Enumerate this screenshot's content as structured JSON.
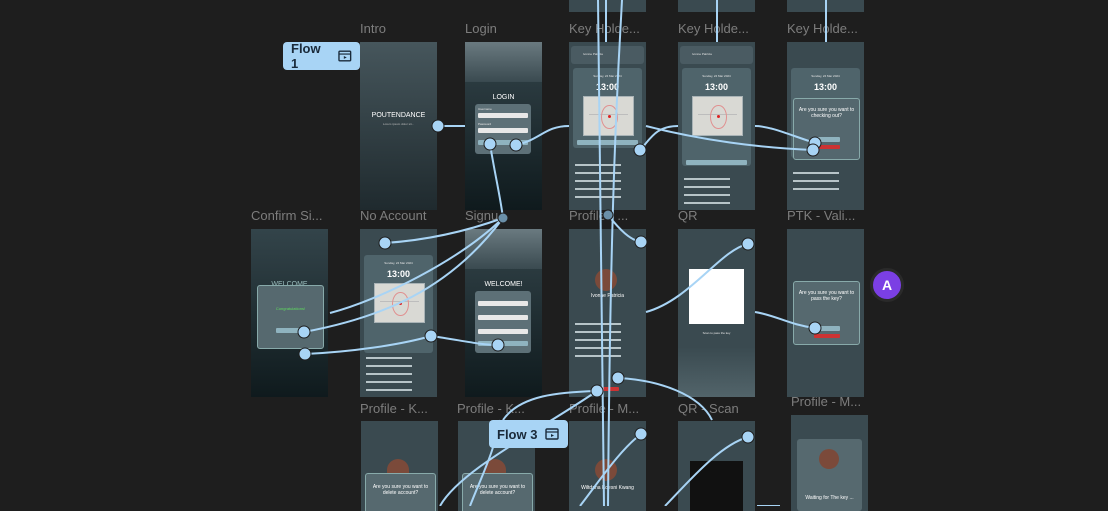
{
  "frame_labels": {
    "intro": "Intro",
    "login": "Login",
    "key_holder_1": "Key Holde...",
    "key_holder_2": "Key Holde...",
    "key_holder_3": "Key Holde...",
    "confirm_sign": "Confirm Si...",
    "no_account": "No Account",
    "signup": "Signu",
    "profile_1": "Profile - ...",
    "qr": "QR",
    "ptk_vali": "PTK - Vali...",
    "profile_k1": "Profile - K...",
    "profile_k2": "Profile - K...",
    "profile_m1": "Profile - M...",
    "qr_scan": "QR - Scan",
    "profile_m2": "Profile - M..."
  },
  "flows": {
    "flow1": "Flow 1",
    "flow3": "Flow 3"
  },
  "collaborator": {
    "initial": "A",
    "color": "#7b3fe4"
  },
  "screens": {
    "intro_brand": "POUTENDANCE",
    "intro_tagline": "Lorem ipsum dolor sit...",
    "login_title": "LOGIN",
    "login_username": "Username",
    "login_password": "Password",
    "key_time": "13:00",
    "key_date": "Sunday, 24 Mar 2024",
    "key_user": "Ivonne Patricia",
    "confirm_checkout": "Are you sure you want to checking out?",
    "welcome": "WELCOME",
    "welcome_excl": "WELCOME!",
    "congrats": "Congratulations!",
    "profile_name": "Ivonne Patricia",
    "pass_key": "Are you sure you want to pass the key?",
    "delete_account": "Are you sure you want to delete account?",
    "profile_m_name": "Wiltdana Koesni Kwang",
    "waiting": "Waiting for The key ...",
    "scan_hint": "Scan to pass the key"
  },
  "colors": {
    "wire": "#a8d4f5",
    "canvas": "#1e1e1e",
    "frame": "#3a4a50"
  }
}
